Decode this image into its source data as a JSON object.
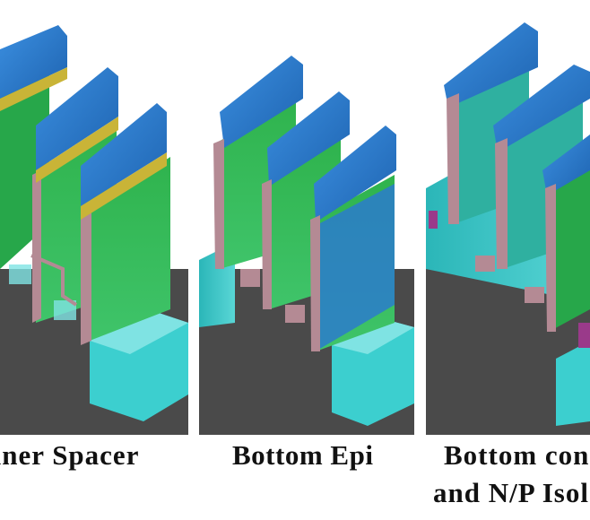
{
  "panels": [
    {
      "caption": "nner Spacer"
    },
    {
      "caption": "Bottom Epi"
    },
    {
      "caption_line1": "Bottom con",
      "caption_line2": "and N/P Isol"
    }
  ],
  "colors": {
    "substrate": "#4a4a4a",
    "gate_cap": "#2e7fd0",
    "gate_cap_dark": "#1f5fa8",
    "gate_side": "#27a74a",
    "gate_side_light": "#4cc35a",
    "yellow_band": "#c9b437",
    "spacer_pink": "#b48a94",
    "cyan_base": "#3ccfcf",
    "cyan_light": "#7fe3e3",
    "cyan_top": "#58d9d9",
    "magenta": "#9a3a8a"
  }
}
